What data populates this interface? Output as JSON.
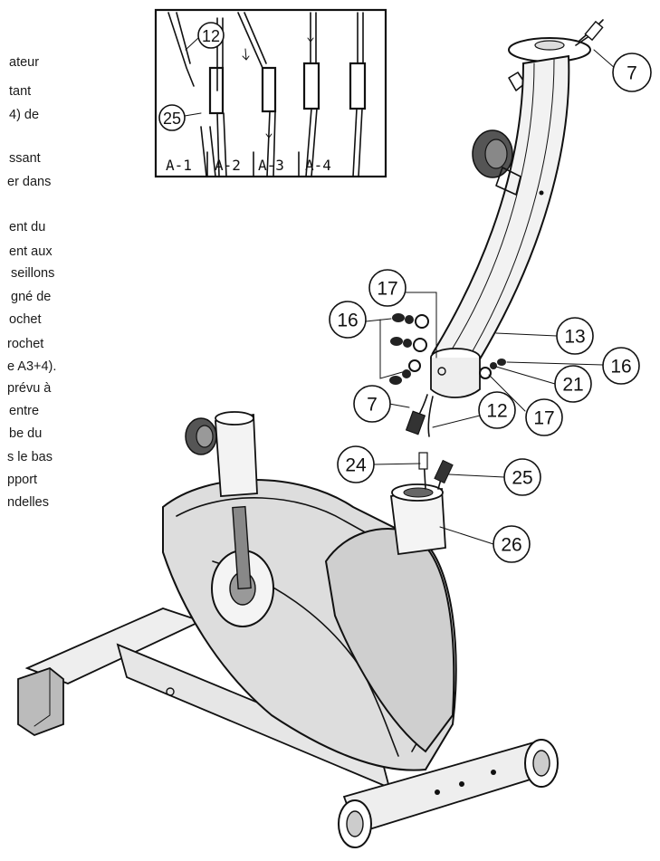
{
  "instructions_fragment": [
    "ateur",
    "tant",
    "4) de",
    "ssant",
    "er dans",
    "ent du",
    "ent aux",
    "seillons",
    "gné de",
    "ochet",
    "rochet",
    "e A3+4).",
    "prévu à",
    "entre",
    "be du",
    "s le bas",
    "pport",
    "ndelles"
  ],
  "inset": {
    "labels": [
      "A-1",
      "A-2",
      "A-3",
      "A-4"
    ],
    "callouts": [
      "12",
      "25"
    ]
  },
  "callouts": {
    "c7_top": "7",
    "c17_upper": "17",
    "c16_left": "16",
    "c13": "13",
    "c16_right": "16",
    "c21": "21",
    "c7_left": "7",
    "c12": "12",
    "c17_lower": "17",
    "c24": "24",
    "c25": "25",
    "c26": "26"
  }
}
